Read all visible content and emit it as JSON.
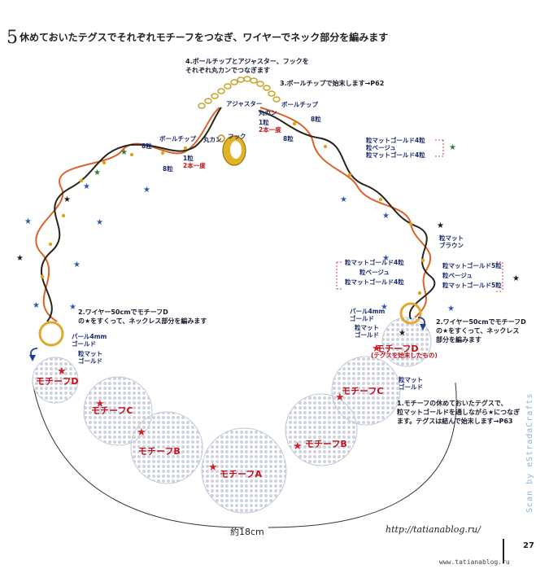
{
  "heading": {
    "step": "5",
    "text": "休めておいたテグスでそれぞれモチーフをつなぎ、ワイヤーでネック部分を編みます"
  },
  "notes": {
    "step4": [
      "4.ボールチップとアジャスター、フックを",
      "それぞれ丸カンでつなぎます"
    ],
    "step3": "3.ボールチップで始末します→P62",
    "step2_left": [
      "2.ワイヤー50cmでモチーフD",
      "の★をすくって、ネックレス部分を編みます"
    ],
    "step2_right": [
      "2.ワイヤー50cmでモチーフD",
      "の★をすくって、ネックレス",
      "部分を編みます"
    ],
    "step1": [
      "1.モチーフの休めておいたテグスで、",
      "粒マットゴールドを通しながら★につなぎ",
      "ます。テグスは結んで始末します→P63"
    ]
  },
  "labels": {
    "adjuster": "アジャスター",
    "marukan": "丸カン",
    "ballchip": "ボールチップ",
    "hook": "フック",
    "marukan2": "丸カン",
    "ballchip2": "ボールチップ",
    "n8a": "8粒",
    "n8b": "8粒",
    "n8c": "8粒",
    "n8d": "8粒",
    "one_a": "1粒",
    "two_a": "2本一度",
    "one_b": "1粒",
    "two_b": "2本一度",
    "right_top": [
      "粒マットゴールド4粒",
      "粒ベージュ",
      "粒マットゴールド4粒"
    ],
    "matte_brown": [
      "粒マット",
      "ブラウン"
    ],
    "right_mid_left": [
      "粒マットゴールド4粒",
      "粒ベージュ",
      "粒マットゴールド4粒"
    ],
    "right_mid_right": [
      "粒マットゴールド5粒",
      "粒ベージュ",
      "粒マットゴールド5粒"
    ],
    "pearl_left": [
      "パール4mm",
      "ゴールド"
    ],
    "matte_gold_left": [
      "粒マット",
      "ゴールド"
    ],
    "pearl_right": [
      "パール4mm",
      "ゴールド"
    ],
    "matte_gold_right": [
      "粒マット",
      "ゴールド"
    ],
    "matte_gold_low": [
      "粒マット",
      "ゴールド"
    ],
    "tegusu_end": "(テグスを始末したもの)"
  },
  "motifs": {
    "d_left": "モチーフD",
    "c_left": "モチーフC",
    "b_left": "モチーフB",
    "a": "モチーフA",
    "b_right": "モチーフB",
    "c_right": "モチーフC",
    "d_right": "モチーフD"
  },
  "length": "約18cm",
  "url": "http://tatianablog.ru/",
  "page_number": "27",
  "side_credit": "Scan by eStradaCrafts",
  "footer": "www.tatianablog.ru",
  "colors": {
    "wire_orange": "#d9632a",
    "wire_dark": "#2a2418",
    "bead_gold": "#d9a521",
    "motif_fill": "#d7dbe6",
    "star_red": "#d2232a",
    "star_blue": "#2e5aa8",
    "star_green": "#2f7a3a",
    "star_black": "#1a1a1a",
    "arrow_blue": "#1f3f8f"
  }
}
